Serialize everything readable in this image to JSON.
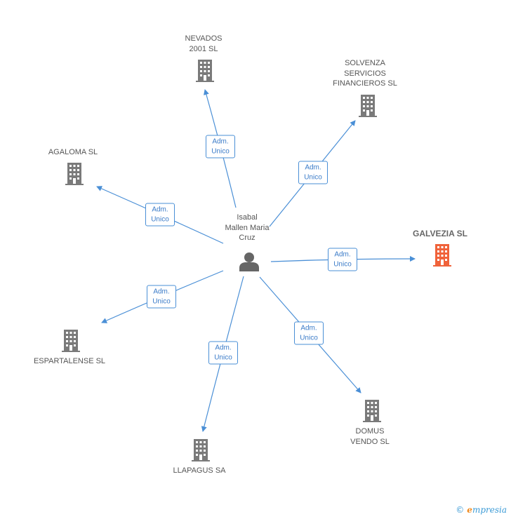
{
  "colors": {
    "company": "#7a7a7a",
    "highlight": "#f0623a",
    "edge": "#4a8fd6",
    "person": "#666666"
  },
  "person": {
    "label": "Isabal\nMallen Maria\nCruz",
    "icon": "person-icon"
  },
  "companies": [
    {
      "id": "nevados",
      "label": "NEVADOS\n2001 SL",
      "highlight": false
    },
    {
      "id": "solvenza",
      "label": "SOLVENZA\nSERVICIOS\nFINANCIEROS SL",
      "highlight": false
    },
    {
      "id": "agaloma",
      "label": "AGALOMA SL",
      "highlight": false
    },
    {
      "id": "galvezia",
      "label": "GALVEZIA SL",
      "highlight": true
    },
    {
      "id": "espartalense",
      "label": "ESPARTALENSE SL",
      "highlight": false
    },
    {
      "id": "domus",
      "label": "DOMUS\nVENDO SL",
      "highlight": false
    },
    {
      "id": "llapagus",
      "label": "LLAPAGUS SA",
      "highlight": false
    }
  ],
  "edges": [
    {
      "to": "nevados",
      "line1": "Adm.",
      "line2": "Unico"
    },
    {
      "to": "solvenza",
      "line1": "Adm.",
      "line2": "Unico"
    },
    {
      "to": "agaloma",
      "line1": "Adm.",
      "line2": "Unico"
    },
    {
      "to": "galvezia",
      "line1": "Adm.",
      "line2": "Unico"
    },
    {
      "to": "espartalense",
      "line1": "Adm.",
      "line2": "Unico"
    },
    {
      "to": "domus",
      "line1": "Adm.",
      "line2": "Unico"
    },
    {
      "to": "llapagus",
      "line1": "Adm.",
      "line2": "Unico"
    }
  ],
  "footer": {
    "copyright": "©",
    "brand_initial": "e",
    "brand_rest": "mpresia"
  }
}
